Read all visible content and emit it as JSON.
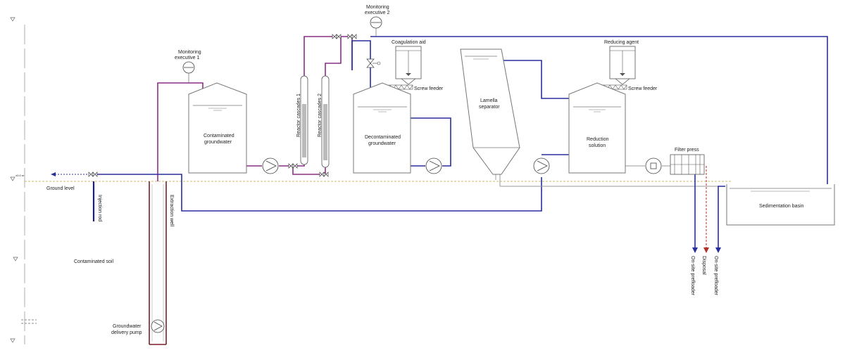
{
  "labels": {
    "monitoring_1": [
      "Monitoring",
      "executive 1"
    ],
    "monitoring_2": [
      "Monitoring",
      "executive 2"
    ],
    "coagulation_aid": "Coagulation aid",
    "reducing_agent": "Reducing agent",
    "screw_feeder": "Screw feeder",
    "contaminated_groundwater": [
      "Contaminated",
      "groundwater"
    ],
    "decontaminated_groundwater": [
      "Decontaminated",
      "groundwater"
    ],
    "lamella_separator": [
      "Lamella",
      "separator"
    ],
    "reduction_solution": [
      "Reduction",
      "solution"
    ],
    "filter_press": "Filter press",
    "reactor_cascades_1": "Reactor cascades 1",
    "reactor_cascades_2": "Reactor cascades 2",
    "sedimentation_basin": "Sedimentation basin",
    "ground_level": "Ground level",
    "ground_level_mark": "±0.0 m",
    "injection_rod": "Injection rod",
    "extraction_well": "Extraction well",
    "contaminated_soil": "Contaminated soil",
    "groundwater_pump": [
      "Groundwater",
      "delivery pump"
    ],
    "on_site_prefloader_1": "On-site prefloader",
    "disposal": "Disposal",
    "on_site_prefloader_2": "On-site prefloader"
  },
  "colors": {
    "treated_water": "#2a2f9c",
    "contaminated_water": "#8a2f86",
    "extraction": "#7a1f2a",
    "sludge": "#b0302a",
    "ground_line": "#c8a040",
    "vessel": "#777777"
  }
}
